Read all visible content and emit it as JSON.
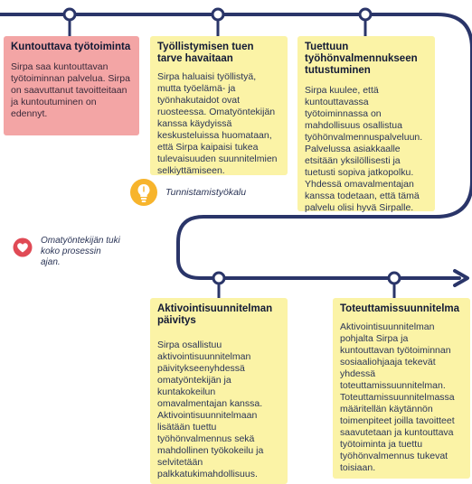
{
  "steps": [
    {
      "title": "Kuntouttava työtoiminta",
      "body": "Sirpa saa kuntouttavan työtoiminnan palvelua. Sirpa on saavuttanut tavoitteitaan ja kuntoutuminen on edennyt."
    },
    {
      "title": "Työllistymisen tuen tarve havaitaan",
      "body": "Sirpa haluaisi työllistyä, mutta työelämä- ja työnhakutaidot ovat ruosteessa. Omatyöntekijän kanssa käydyissä keskusteluissa huomataan, että Sirpa kaipaisi tukea tulevaisuuden suunnitelmien selkiyttämiseen."
    },
    {
      "title": "Tuettuun työhönvalmennukseen tutustuminen",
      "body": "Sirpa kuulee, että kuntouttavassa työtoiminnassa on mahdollisuus osallistua työhönvalmennuspalveluun. Palvelussa asiakkaalle etsitään yksilöllisesti ja tuetusti sopiva jatkopolku. Yhdessä omavalmentajan kanssa todetaan, että tämä palvelu olisi hyvä Sirpalle."
    },
    {
      "title": "Aktivointisuunnitelman päivitys",
      "body": "Sirpa osallistuu aktivointisuunnitelman päivitykseenyhdessä omatyöntekijän ja kuntakokeilun omavalmentajan kanssa. Aktivointisuunnitelmaan lisätään tuettu työhönvalmennus sekä mahdollinen työkokeilu ja selvitetään palkkatukimahdollisuus."
    },
    {
      "title": "Toteuttamissuunnitelma",
      "body": "Aktivointisuunnitelman pohjalta Sirpa ja kuntouttavan työtoiminnan sosiaaliohjaaja tekevät yhdessä toteuttamissuunnitelman. Toteuttamissuunnitelmassa määritellän käytännön toimenpiteet joilla tavoitteet saavutetaan ja kuntouttava työtoiminta ja tuettu työhönvalmennus tukevat toisiaan."
    }
  ],
  "tool_label": "Tunnistamistyökalu",
  "support_label": "Omatyöntekijän tuki koko prosessin ajan.",
  "colors": {
    "path": "#2a3569",
    "card": "#fbf3a6",
    "highlight_card": "#f3a5a5",
    "bulb": "#f7b42c",
    "heart": "#e04a55"
  },
  "icons": [
    "lightbulb-icon",
    "heart-icon"
  ]
}
